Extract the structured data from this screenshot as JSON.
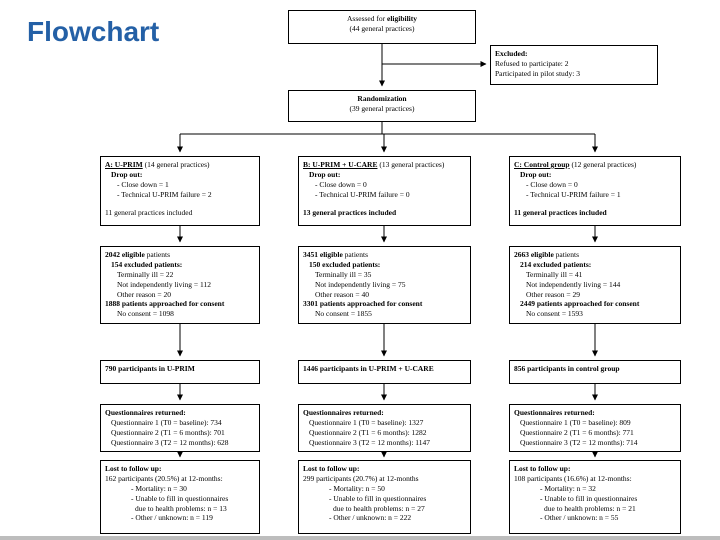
{
  "slide": {
    "title": "Flowchart"
  },
  "colors": {
    "title_blue": "#2460A6",
    "box_border": "#000000",
    "footer_gray": "#bdbdbd"
  },
  "flow": {
    "assessed": {
      "title_prefix": "Assessed for ",
      "title_bold": "eligibility",
      "subtitle": "(44 general practices)"
    },
    "excluded_side": {
      "header": "Excluded:",
      "lines": [
        "Refused to participate: 2",
        "Participated in pilot study: 3"
      ]
    },
    "randomization": {
      "title": "Randomization",
      "subtitle": "(39 general practices)"
    },
    "arms": [
      {
        "name": "A: U-PRIM",
        "practices": " (14 general practices)",
        "dropout_label": "Drop out:",
        "dropout_lines": [
          "- Close down = 1",
          "- Technical U-PRIM failure = 2"
        ],
        "included": "11 general practices included"
      },
      {
        "name": "B: U-PRIM + U-CARE",
        "practices": " (13 general practices)",
        "dropout_label": "Drop out:",
        "dropout_lines": [
          "- Close down = 0",
          "- Technical U-PRIM failure = 0"
        ],
        "included": "13 general practices included"
      },
      {
        "name": "C: Control group",
        "practices": " (12 general practices)",
        "dropout_label": "Drop out:",
        "dropout_lines": [
          "- Close down = 0",
          "- Technical U-PRIM failure = 1"
        ],
        "included": "11 general practices included"
      }
    ],
    "eligible": [
      {
        "eligible_bold": "2042 eligible",
        "eligible_rest": " patients",
        "excluded_header": "154 excluded patients:",
        "details": [
          "Terminally ill = 22",
          "Not independently living = 112",
          "Other reason = 20"
        ],
        "approached": "1888 patients approached for consent",
        "no_consent": "No consent = 1098"
      },
      {
        "eligible_bold": "3451 eligible",
        "eligible_rest": " patients",
        "excluded_header": "150 excluded patients:",
        "details": [
          "Terminally ill = 35",
          "Not independently living = 75",
          "Other reason = 40"
        ],
        "approached": "3301 patients approached for consent",
        "no_consent": "No consent = 1855"
      },
      {
        "eligible_bold": "2663 eligible",
        "eligible_rest": " patients",
        "excluded_header": "214 excluded patients:",
        "details": [
          "Terminally ill = 41",
          "Not independently living = 144",
          "Other reason = 29"
        ],
        "approached": "2449 patients approached for consent",
        "no_consent": "No consent = 1593"
      }
    ],
    "participants": [
      {
        "label": "790 participants in U-PRIM"
      },
      {
        "label": "1446 participants in U-PRIM + U-CARE"
      },
      {
        "label": "856 participants in control group"
      }
    ],
    "questionnaires": [
      {
        "header": "Questionnaires returned:",
        "lines": [
          "Questionnaire 1 (T0 = baseline): 734",
          "Questionnaire 2 (T1 = 6 months): 701",
          "Questionnaire 3 (T2 = 12 months): 628"
        ]
      },
      {
        "header": "Questionnaires returned:",
        "lines": [
          "Questionnaire 1 (T0 = baseline): 1327",
          "Questionnaire 2 (T1 = 6 months): 1282",
          "Questionnaire 3 (T2 = 12 months): 1147"
        ]
      },
      {
        "header": "Questionnaires returned:",
        "lines": [
          "Questionnaire 1 (T0 = baseline): 809",
          "Questionnaire 2 (T1 = 6 months): 771",
          "Questionnaire 3 (T2 = 12 months): 714"
        ]
      }
    ],
    "lost": [
      {
        "header": "Lost to follow up:",
        "summary": "162 participants (20.5%) at 12-months:",
        "details": [
          "- Mortality: n = 30",
          "- Unable to fill in questionnaires",
          "due to health problems: n = 13",
          "- Other / unknown: n = 119"
        ]
      },
      {
        "header": "Lost to follow up:",
        "summary": "299 participants (20.7%) at 12-months",
        "details": [
          "- Mortality: n = 50",
          "- Unable to fill in questionnaires",
          "due to health problems: n = 27",
          "- Other / unknown: n = 222"
        ]
      },
      {
        "header": "Lost to follow up:",
        "summary": "108 participants (16.6%) at 12-months:",
        "details": [
          "- Mortality: n = 32",
          "- Unable to fill in questionnaires",
          "due to health problems: n = 21",
          "- Other / unknown: n = 55"
        ]
      }
    ]
  }
}
